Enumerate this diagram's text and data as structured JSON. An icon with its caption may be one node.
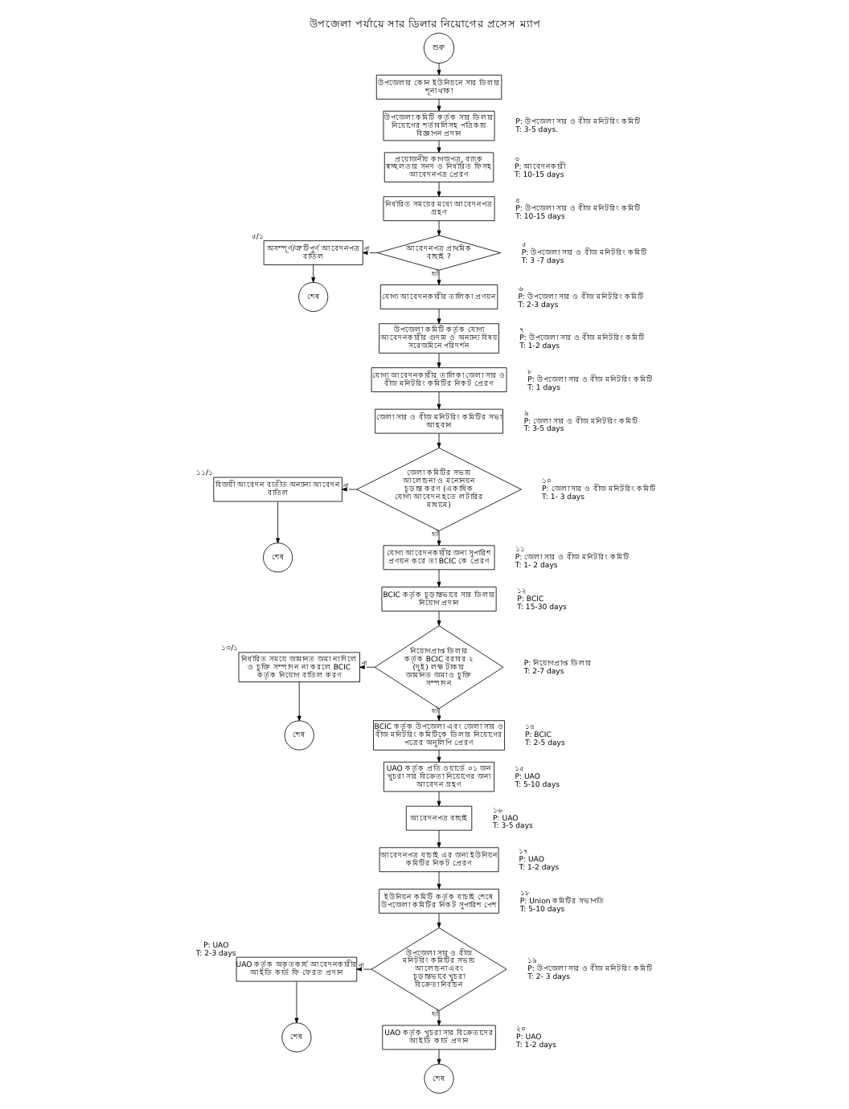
{
  "diagram": {
    "title": "উপজেলা পর্যায়ে সার ডিলার নিয়োগের প্রসেস ম্যাপ",
    "nodes": [
      {
        "text": [
          "শুরু"
        ]
      },
      {
        "text": [
          "উপজেলার কোন ইউনিয়নে সার ডিলার শূন্য থাকা"
        ]
      },
      {
        "text": [
          "উপজেলা কমিটি কর্তৃক সার ডিলার নিয়োগের শর্তাবলিসহ পত্রিকায় বিজ্ঞাপন প্রদান"
        ],
        "beside": [
          "P: উপজেলা সার ও বীজ মনিটরিং কমিটি",
          "T: 3-5 days."
        ]
      },
      {
        "text": [
          "প্রয়োজনীয় কাগজপত্র, ব্যাংক স্বচ্ছলতার সনদ ও নির্ধারিত ফিসহ আবেদনপত্র প্রেরণ"
        ],
        "beside": [
          "৩",
          "P: আবেদনকারী",
          "T: 10-15 days"
        ]
      },
      {
        "text": [
          "নির্ধারিত সময়ের মধ্যে আবেদনপত্র গ্রহণ"
        ],
        "beside": [
          "৪",
          "P: উপজেলা সার ও বীজ মনিটরিং কমিটি",
          "T: 10-15 days"
        ]
      },
      {
        "text": [
          "আবেদনপত্র প্রাথমিক বাছাই ?"
        ],
        "beside": [
          "৫",
          "P: উপজেলা সার ও বীজ মনিটরিং কমিটি",
          "T: 3 -7 days"
        ]
      },
      {
        "text": [
          "অসম্পূর্ণ/ত্রুটিপূর্ণ আবেদনপত্র বাতিল"
        ],
        "beside": [
          "৫/১"
        ]
      },
      {
        "text": [
          "শেষ"
        ]
      },
      {
        "text": [
          "যোগ্য আবেদনকারীর তালিকা প্রণয়ন"
        ],
        "beside": [
          "৬",
          "P: উপজেলা সার ও বীজ মনিটরিং কমিটি",
          "T: 2-3 days"
        ]
      },
      {
        "text": [
          "উপজেলা কমিটি কর্তৃক যোগ্য আবেদনকারীর গুদাম ও অন্যান্য বিষয় সরেজমিনে পরিদর্শন"
        ],
        "beside": [
          "৭",
          "P: উপজেলা সার ও বীজ মনিটরিং কমিটি",
          "T: 1-2 days"
        ]
      },
      {
        "text": [
          "যোগ্য আবেদনকারীর তালিকা জেলা সার ও বীজ মনিটরিং কমিটির নিকট প্রেরণ"
        ],
        "beside": [
          "৮",
          "P: উপজেলা সার ও বীজ মনিটরিং কমিটি",
          "T: 1 days"
        ]
      },
      {
        "text": [
          "জেলা সার ও বীজ মনিটরিং কমিটির সভা আহবান"
        ],
        "beside": [
          "৯",
          "P: জেলা সার ও বীজ মনিটরিং কমিটি",
          "T: 3-5 days"
        ]
      },
      {
        "text": [
          "জেলা কমিটির সভায় আলোচনা ও মনোনয়ন চূড়ান্ত করণ (একাধিক যোগ্য আবেদন হতে লটারির মাধ্যমে)"
        ],
        "beside": [
          "১০",
          "P: জেলা সার ও বীজ মনিটরিং কমিটি",
          "T: 1- 3 days"
        ]
      },
      {
        "text": [
          "বিজয়ী আবেদন ব্যতীত অন্যান্য আবেদন বাতিল"
        ],
        "beside": [
          "১১/১"
        ]
      },
      {
        "text": [
          "শেষ"
        ]
      },
      {
        "text": [
          "যোগ্য আবেদনকারীর জন্য সুপারিশ প্রণয়ন করে তা BCIC কে প্রেরণ"
        ],
        "beside": [
          "১১",
          "P: জেলা সার ও বীজ মনিটরিং কমিটি",
          "T: 1- 2 days"
        ]
      },
      {
        "text": [
          "BCIC কর্তৃক চূড়ান্তভাবে সার ডিলার নিয়োগ প্রদান"
        ],
        "beside": [
          "১২",
          "P: BCIC",
          "T: 15-30 days"
        ]
      },
      {
        "text": [
          "নিয়োগপ্রাপ্ত ডিলার কর্তৃক BCIC বরাবর ২ (দুই) লক্ষ টাকার জামানত জমা ও চুক্তি সম্পাদন"
        ],
        "beside": [
          "P: নিয়োগপ্রাপ্ত ডিলার",
          "T: 2-7 days"
        ]
      },
      {
        "text": [
          "নির্ধারিত সময়ে জামানত জমা না দিলে ও চুক্তি সম্পাদন না করলে BCIC কর্তৃক নিয়োগ বাতিল করণ"
        ],
        "beside": [
          "১৩/১"
        ]
      },
      {
        "text": [
          "শেষ"
        ]
      },
      {
        "text": [
          "BCIC কর্তৃক উপজেলা এবং জেলা সার ও বীজ মনিটরিং কমিটিকে ডিলার নিয়োগের পত্রের অনুলিপি প্রেরণ"
        ],
        "beside": [
          "১৪",
          "P: BCIC",
          "T: 2-5 days"
        ]
      },
      {
        "text": [
          "UAO কর্তৃক প্রতি ওয়ার্ডে ০১ জন খুচরা সার বিক্রেতা নিয়োগের জন্য আবেদন গ্রহণ"
        ],
        "beside": [
          "১৫",
          "P: UAO",
          "T: 5-10 days"
        ]
      },
      {
        "text": [
          "আবেদনপত্র বাছাই"
        ],
        "beside": [
          "১৬",
          "P: UAO",
          "T: 3-5 days"
        ]
      },
      {
        "text": [
          "আবেদনপত্র যাচাই এর জন্য ইউনিয়ন কমিটির নিকট প্রেরণ"
        ],
        "beside": [
          "১৭",
          "P: UAO",
          "T: 1-2 days"
        ]
      },
      {
        "text": [
          "ইউনিয়ন কমিটি কর্তৃক যাচাই শেষে উপজেলা কমিটির নিকট সুপারিশ পেশ"
        ],
        "beside": [
          "১৮",
          "P: Union কমিটির সভাপতি",
          "T: 5-10 days"
        ]
      },
      {
        "text": [
          "উপজেলা সার ও বীজ মনিটরিং কমিটির সভায় আলোচনা এবং চূড়ান্তভাবে খুচরা বিক্রেতা নির্বাচন"
        ],
        "beside": [
          "১৯",
          "P: উপজেলা সার ও বীজ মনিটরিং কমিটি",
          "T: 2- 3 days"
        ]
      },
      {
        "text": [
          "UAO কর্তৃক অকৃতকার্য আবেদনকারীর আইডি কার্ড ফি ফেরত প্রদান"
        ],
        "beside": [
          "P: UAO",
          "T: 2-3 days"
        ]
      },
      {
        "text": [
          "শেষ"
        ]
      },
      {
        "text": [
          "UAO কর্তৃক খুচরা সার বিক্রেতাদের আইডি কার্ড প্রদান"
        ],
        "beside": [
          "২০",
          "P: UAO",
          "T: 1-2 days"
        ]
      },
      {
        "text": [
          "শেষ"
        ]
      }
    ],
    "edges": [
      {
        "from": 0,
        "to": 1,
        "arrow": "to"
      },
      {
        "from": 1,
        "to": 2,
        "arrow": "to"
      },
      {
        "from": 2,
        "to": 3,
        "arrow": "to"
      },
      {
        "from": 3,
        "to": 4,
        "arrow": "to"
      },
      {
        "from": 4,
        "to": 5,
        "arrow": "to"
      },
      {
        "from": 5,
        "to": 6,
        "arrow": "to",
        "label": "না"
      },
      {
        "from": 6,
        "to": 7,
        "arrow": "to"
      },
      {
        "from": 5,
        "to": 8,
        "arrow": "to",
        "label": "হ্যাঁ"
      },
      {
        "from": 8,
        "to": 9,
        "arrow": "to"
      },
      {
        "from": 9,
        "to": 10,
        "arrow": "to"
      },
      {
        "from": 10,
        "to": 11,
        "arrow": "to"
      },
      {
        "from": 11,
        "to": 12,
        "arrow": "to"
      },
      {
        "from": 12,
        "to": 13,
        "arrow": "to",
        "label": "না"
      },
      {
        "from": 13,
        "to": 14,
        "arrow": "to"
      },
      {
        "from": 12,
        "to": 15,
        "arrow": "to",
        "label": "হ্যাঁ"
      },
      {
        "from": 15,
        "to": 16,
        "arrow": "to"
      },
      {
        "from": 16,
        "to": 17,
        "arrow": "to"
      },
      {
        "from": 17,
        "to": 18,
        "arrow": "to",
        "label": "না"
      },
      {
        "from": 18,
        "to": 19,
        "arrow": "to"
      },
      {
        "from": 17,
        "to": 20,
        "arrow": "to",
        "label": "হ্যাঁ"
      },
      {
        "from": 20,
        "to": 21,
        "arrow": "to"
      },
      {
        "from": 21,
        "to": 22,
        "arrow": "to"
      },
      {
        "from": 22,
        "to": 23,
        "arrow": "to"
      },
      {
        "from": 23,
        "to": 24,
        "arrow": "to"
      },
      {
        "from": 24,
        "to": 25,
        "arrow": "to"
      },
      {
        "from": 25,
        "to": 26,
        "arrow": "to",
        "label": "না"
      },
      {
        "from": 26,
        "to": 27,
        "arrow": "to"
      },
      {
        "from": 25,
        "to": 28,
        "arrow": "to",
        "label": "হ্যাঁ"
      },
      {
        "from": 28,
        "to": 29,
        "arrow": "to"
      }
    ]
  }
}
